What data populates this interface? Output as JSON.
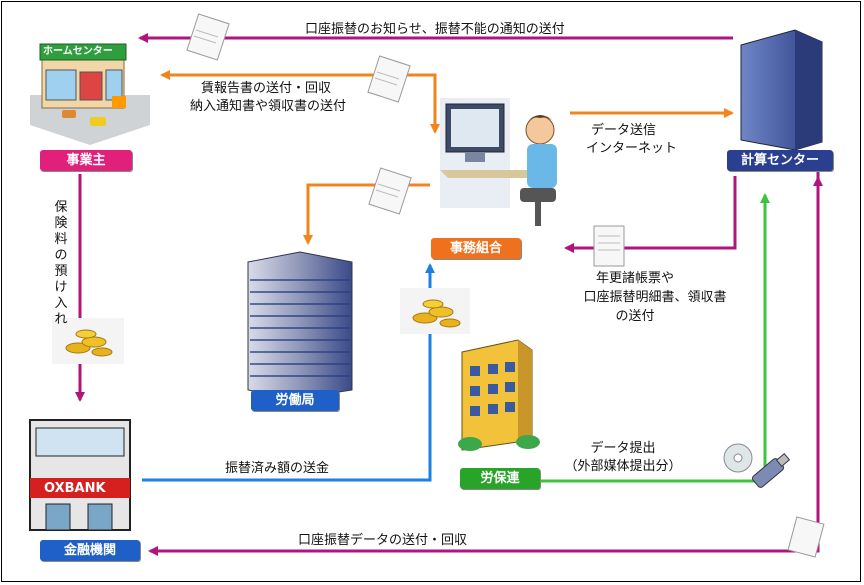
{
  "labels": {
    "employer": "事業主",
    "calc_center": "計算センター",
    "office_assoc": "事務組合",
    "labor_bureau": "労働局",
    "bank": "金融機関",
    "labor_insurance_assoc": "労保連",
    "home_center_sign": "ホームセンター",
    "bank_sign": "OXBANK"
  },
  "flows": {
    "notice_top": "口座振替のお知らせ、振替不能の通知の送付",
    "wage_report_line1": "賃報告書の送付・回収",
    "wage_report_line2": "納入通知書や領収書の送付",
    "data_send_line1": "データ送信",
    "data_send_line2": "インターネット",
    "deposit_vertical": [
      "保",
      "険",
      "料",
      "の",
      "預",
      "け",
      "入",
      "れ"
    ],
    "annual_line1": "年更諸帳票や",
    "annual_line2": "口座振替明細書、領収書",
    "annual_line3": "の送付",
    "transfer_done": "振替済み額の送金",
    "data_submit_line1": "データ提出",
    "data_submit_line2": "（外部媒体提出分）",
    "bank_data": "口座振替データの送付・回収"
  },
  "colors": {
    "magenta": "#b0157f",
    "orange": "#f2841d",
    "blue": "#1e7fe0",
    "green": "#3cc43c",
    "pink_badge": "#e0207a",
    "blue_badge": "#1f5fc8",
    "navy_badge": "#2a3f8f",
    "orange_badge": "#f0711d",
    "green_badge": "#28a428"
  }
}
